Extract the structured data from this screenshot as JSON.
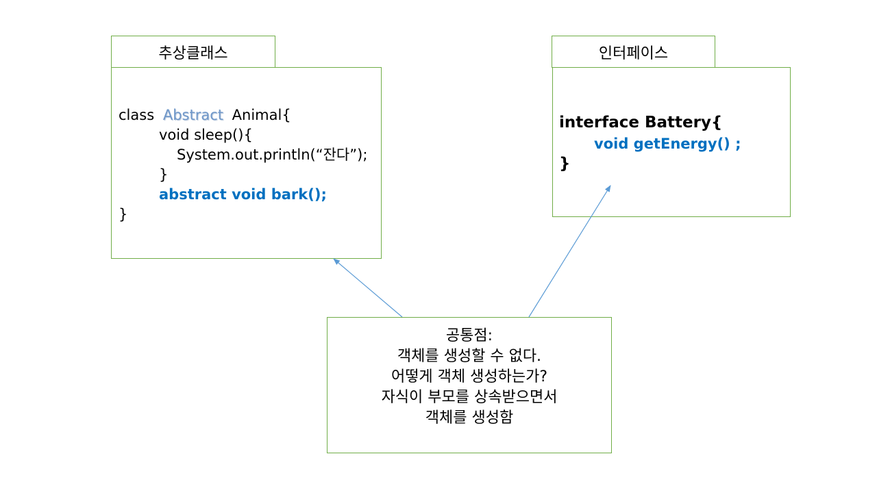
{
  "abstract_panel": {
    "tab_label": "추상클래스",
    "code": {
      "l1_kw": "class",
      "l1_abstract": "Abstract",
      "l1_rest": "Animal{",
      "l2": "void sleep(){",
      "l3": "System.out.println(“잔다”);",
      "l4": "}",
      "l5": "abstract  void bark();",
      "l6": "}"
    }
  },
  "interface_panel": {
    "tab_label": "인터페이스",
    "code": {
      "l1": "interface Battery{",
      "l2": "void getEnergy() ;",
      "l3": "}"
    }
  },
  "common_note": {
    "lines": [
      "공통점:",
      "객체를 생성할 수 없다.",
      "어떻게 객체 생성하는가?",
      "자식이 부모를 상속받으면서",
      "객체를 생성함"
    ]
  },
  "colors": {
    "border": "#70ad47",
    "code_blue": "#0070c0",
    "arrow": "#5b9bd5"
  }
}
